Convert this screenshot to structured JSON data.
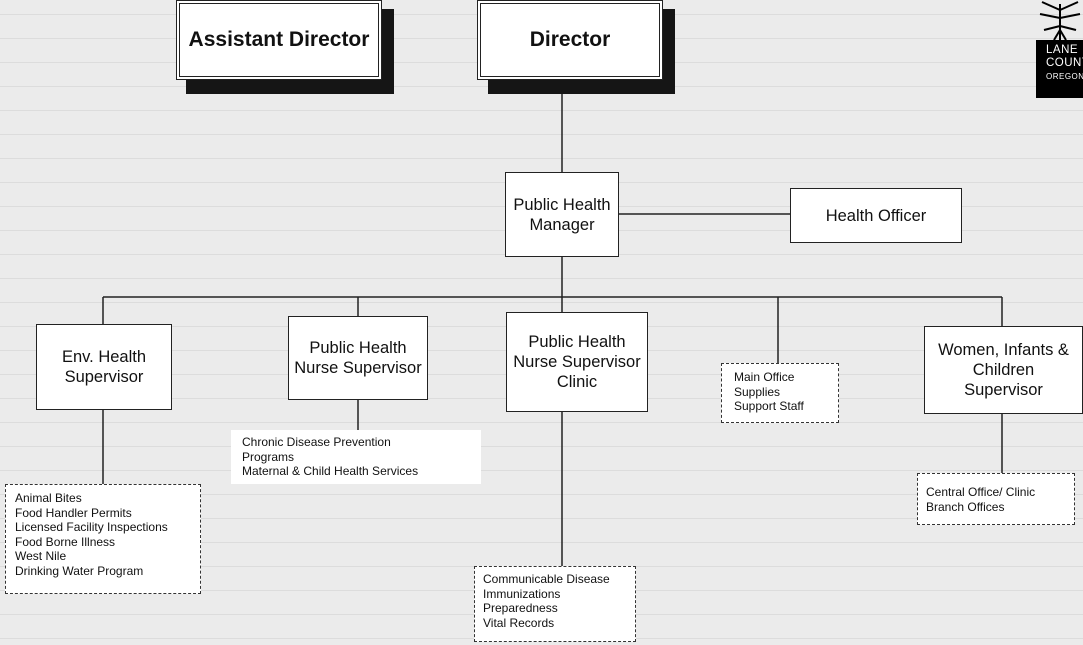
{
  "org_chart": {
    "assistant_director": "Assistant Director",
    "director": "Director",
    "public_health_manager": [
      "Public Health",
      "Manager"
    ],
    "health_officer": "Health Officer",
    "env_health_supervisor": [
      "Env. Health",
      "Supervisor"
    ],
    "phn_supervisor": [
      "Public Health",
      "Nurse Supervisor"
    ],
    "phn_supervisor_clinic": [
      "Public Health",
      "Nurse Supervisor",
      "Clinic"
    ],
    "wic_supervisor": [
      "Women, Infants &",
      "Children",
      "Supervisor"
    ],
    "env_health_programs": [
      "Animal Bites",
      "Food Handler Permits",
      "Licensed Facility Inspections",
      "Food Borne Illness",
      "West Nile",
      "Drinking Water Program"
    ],
    "phn_programs": [
      "Chronic Disease Prevention",
      "Programs",
      "Maternal & Child Health Services"
    ],
    "clinic_programs": [
      "Communicable Disease",
      "Immunizations",
      "Preparedness",
      "Vital Records"
    ],
    "manager_support": [
      "Main Office",
      "Supplies",
      "Support Staff"
    ],
    "wic_offices": [
      "Central Office/ Clinic",
      "Branch Offices"
    ]
  },
  "logo": {
    "line1": "LANE",
    "line2": "COUNTY",
    "line3": "OREGON"
  }
}
